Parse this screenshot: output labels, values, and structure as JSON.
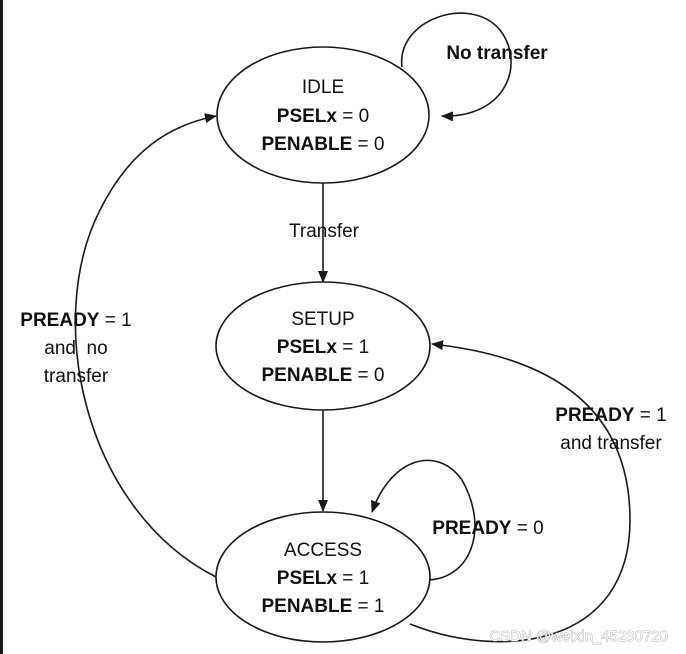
{
  "states": {
    "idle": {
      "name": "IDLE",
      "psel_key": "PSELx",
      "psel_val": " = 0",
      "penable_key": "PENABLE",
      "penable_val": " = 0"
    },
    "setup": {
      "name": "SETUP",
      "psel_key": "PSELx",
      "psel_val": " = 1",
      "penable_key": "PENABLE",
      "penable_val": " = 0"
    },
    "access": {
      "name": "ACCESS",
      "psel_key": "PSELx",
      "psel_val": " = 1",
      "penable_key": "PENABLE",
      "penable_val": " = 1"
    }
  },
  "transitions": {
    "no_transfer": "No transfer",
    "transfer": "Transfer",
    "pready_zero_key": "PREADY",
    "pready_zero_val": " = 0",
    "pready_one_transfer_key": "PREADY",
    "pready_one_transfer_val": " = 1",
    "pready_one_transfer_line2": "and transfer",
    "pready_one_notransfer_key": "PREADY",
    "pready_one_notransfer_val": " = 1",
    "pready_one_notransfer_line2": "and  no",
    "pready_one_notransfer_line3": "transfer"
  },
  "watermark": "CSDN @weixin_45230720",
  "colors": {
    "stroke": "#1a1a1a",
    "text": "#111111",
    "background": "#ffffff"
  }
}
